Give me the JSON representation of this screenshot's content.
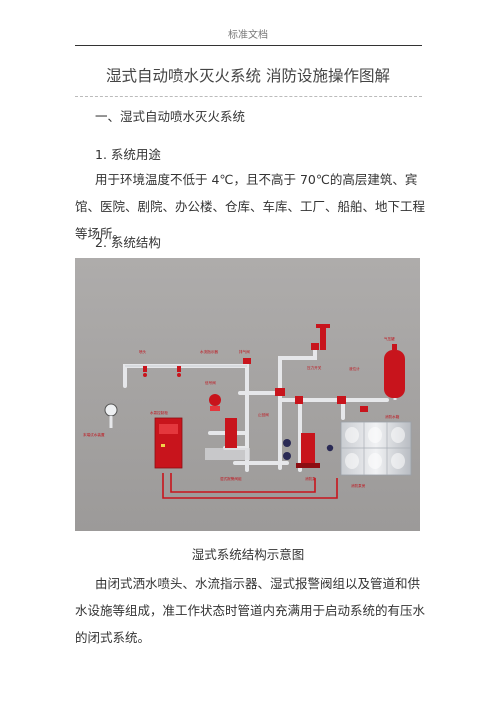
{
  "header": {
    "label": "标准文档"
  },
  "title": "湿式自动喷水灭火系统 消防设施操作图解",
  "section1": {
    "heading": "一、湿式自动喷水灭火系统"
  },
  "item1": {
    "heading": "1. 系统用途",
    "body": "用于环境温度不低于 4℃，且不高于 70℃的高层建筑、宾馆、医院、剧院、办公楼、仓库、车库、工厂、船舶、地下工程等场所。"
  },
  "item2": {
    "heading": "2. 系统结构"
  },
  "figure": {
    "caption": "湿式系统结构示意图",
    "labels": {
      "sprinkler": "喷头",
      "flow_indicator": "水流指示器",
      "exhaust_valve": "排气阀",
      "end_test": "末端试水装置",
      "control_cabinet": "水泵控制柜",
      "pressure_tank": "气压罐",
      "water_tank": "消防水箱",
      "pump_room": "消防泵房",
      "signal_valve": "信号阀",
      "alarm_valve": "湿式报警阀组",
      "pressure_switch": "压力开关",
      "check_valve": "止回阀",
      "pump": "消防泵",
      "level_gauge": "液位计"
    },
    "colors": {
      "background": "#a7a5a4",
      "pipe": "#e8e8ea",
      "red": "#c8141c"
    }
  },
  "conclusion": {
    "body": "由闭式洒水喷头、水流指示器、湿式报警阀组以及管道和供水设施等组成，准工作状态时管道内充满用于启动系统的有压水的闭式系统。"
  }
}
